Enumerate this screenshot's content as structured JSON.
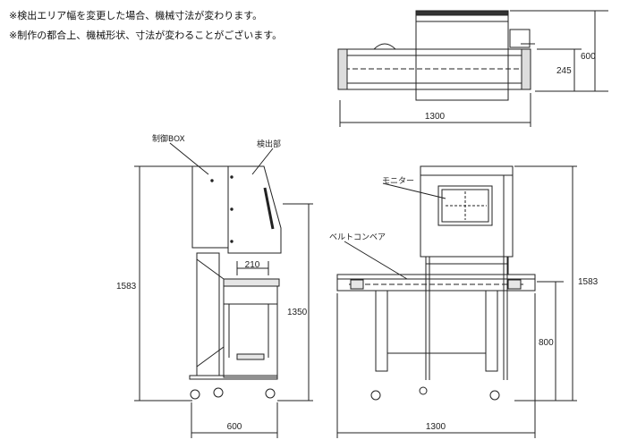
{
  "notes": [
    "※検出エリア幅を変更した場合、機械寸法が変わります。",
    "※制作の都合上、機械形状、寸法が変わることがございます。"
  ],
  "labels": {
    "control_box": "制御BOX",
    "detector": "検出部",
    "monitor": "モニター",
    "belt_conveyor": "ベルトコンベア"
  },
  "dimensions": {
    "top_length": "1300",
    "top_height": "600",
    "top_offset": "245",
    "side_opening": "210",
    "side_height_total": "1583",
    "side_height_conveyor": "1350",
    "side_width": "600",
    "front_length": "1300",
    "front_height_total": "1583",
    "front_height_conveyor": "800"
  }
}
